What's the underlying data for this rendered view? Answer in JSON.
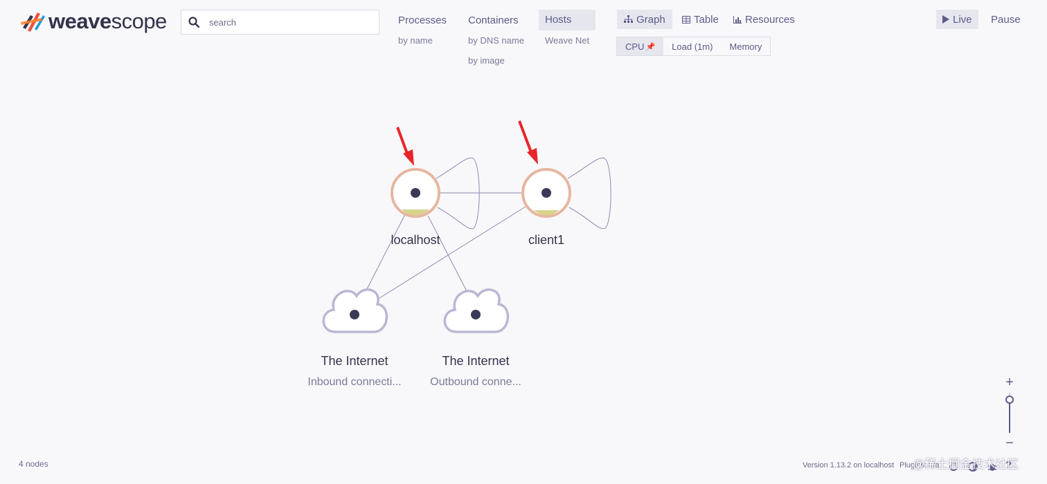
{
  "brand": {
    "name_bold": "weave",
    "name_rest": "scope"
  },
  "search": {
    "placeholder": "search",
    "value": ""
  },
  "topologies": [
    {
      "label": "Processes",
      "sub": [
        "by name"
      ]
    },
    {
      "label": "Containers",
      "sub": [
        "by DNS name",
        "by image"
      ]
    },
    {
      "label": "Hosts",
      "sub": [
        "Weave Net"
      ],
      "active": true
    }
  ],
  "view_modes": {
    "graph": "Graph",
    "table": "Table",
    "resources": "Resources",
    "active": "Graph"
  },
  "metrics": {
    "cpu": "CPU",
    "load": "Load (1m)",
    "memory": "Memory",
    "active": "CPU"
  },
  "controls": {
    "live": "Live",
    "pause": "Pause"
  },
  "nodes": {
    "localhost": {
      "label": "localhost"
    },
    "client1": {
      "label": "client1"
    },
    "internet_in": {
      "label": "The Internet",
      "sub": "Inbound connecti..."
    },
    "internet_out": {
      "label": "The Internet",
      "sub": "Outbound conne..."
    }
  },
  "footer": {
    "node_count": "4 nodes",
    "version": "Version 1.13.2 on localhost",
    "plugins": "Plugins: n/a",
    "watermark": "@稀土掘金技术社区"
  },
  "zoom": {
    "in": "+",
    "out": "−",
    "level": 0.82
  },
  "colors": {
    "accent": "#5b5b88",
    "node_ring": "#e6b6a0",
    "cpu_fill": "#d7d38b",
    "arrow": "#e8262a",
    "cloud": "#b9b7d2"
  }
}
